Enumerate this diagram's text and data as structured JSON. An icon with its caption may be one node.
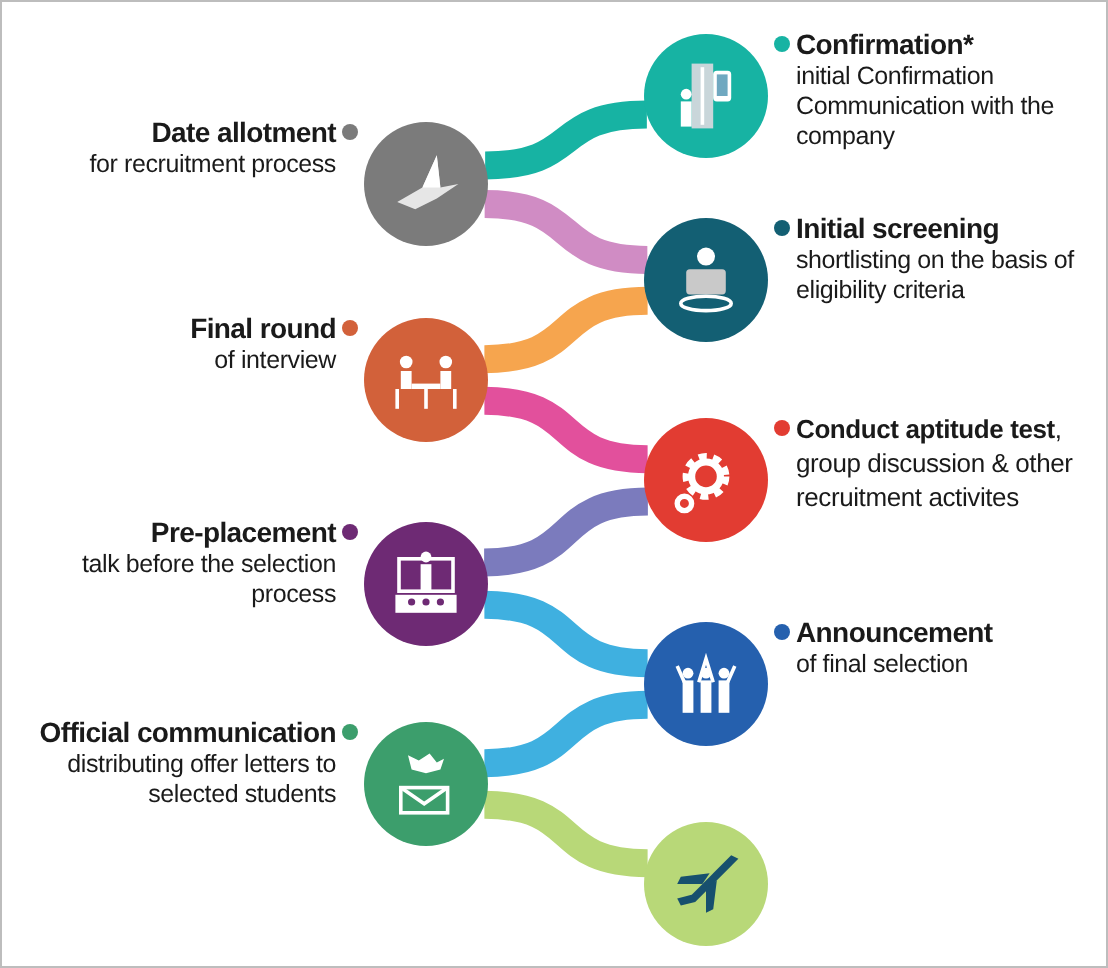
{
  "diagram": {
    "nodes": [
      {
        "text": [],
        "shape": "circle",
        "beside": [
          "Confirmation*",
          "initial Confirmation Communication with the company"
        ]
      },
      {
        "text": [],
        "shape": "circle",
        "beside": [
          "Date allotment",
          "for recruitment process"
        ]
      },
      {
        "text": [],
        "shape": "circle",
        "beside": [
          "Initial screening",
          "shortlisting on the basis of eligibility criteria"
        ]
      },
      {
        "text": [],
        "shape": "circle",
        "beside": [
          "Final round",
          "of interview"
        ]
      },
      {
        "text": [],
        "shape": "circle",
        "beside": [
          "**Conduct aptitude test**, group discussion & other recruitment activites"
        ]
      },
      {
        "text": [],
        "shape": "circle",
        "beside": [
          "Pre-placement",
          "talk before the selection process"
        ]
      },
      {
        "text": [],
        "shape": "circle",
        "beside": [
          "Announcement",
          "of final selection"
        ]
      },
      {
        "text": [],
        "shape": "circle",
        "beside": [
          "Official communication",
          "distributing offer letters to selected students"
        ]
      },
      {
        "text": [],
        "shape": "circle"
      }
    ],
    "edges": [
      {
        "from": 0,
        "to": 1,
        "arrow": "none",
        "color": "#17b3a3"
      },
      {
        "from": 1,
        "to": 2,
        "arrow": "none",
        "color": "#d08cc4"
      },
      {
        "from": 2,
        "to": 3,
        "arrow": "none",
        "color": "#f6a54e"
      },
      {
        "from": 3,
        "to": 4,
        "arrow": "none",
        "color": "#e2509c"
      },
      {
        "from": 4,
        "to": 5,
        "arrow": "none",
        "color": "#7b7bbd"
      },
      {
        "from": 5,
        "to": 6,
        "arrow": "none",
        "color": "#3fb0e0"
      },
      {
        "from": 6,
        "to": 7,
        "arrow": "none",
        "color": "#3fb0e0"
      },
      {
        "from": 7,
        "to": 8,
        "arrow": "none",
        "color": "#b8d878"
      }
    ]
  }
}
